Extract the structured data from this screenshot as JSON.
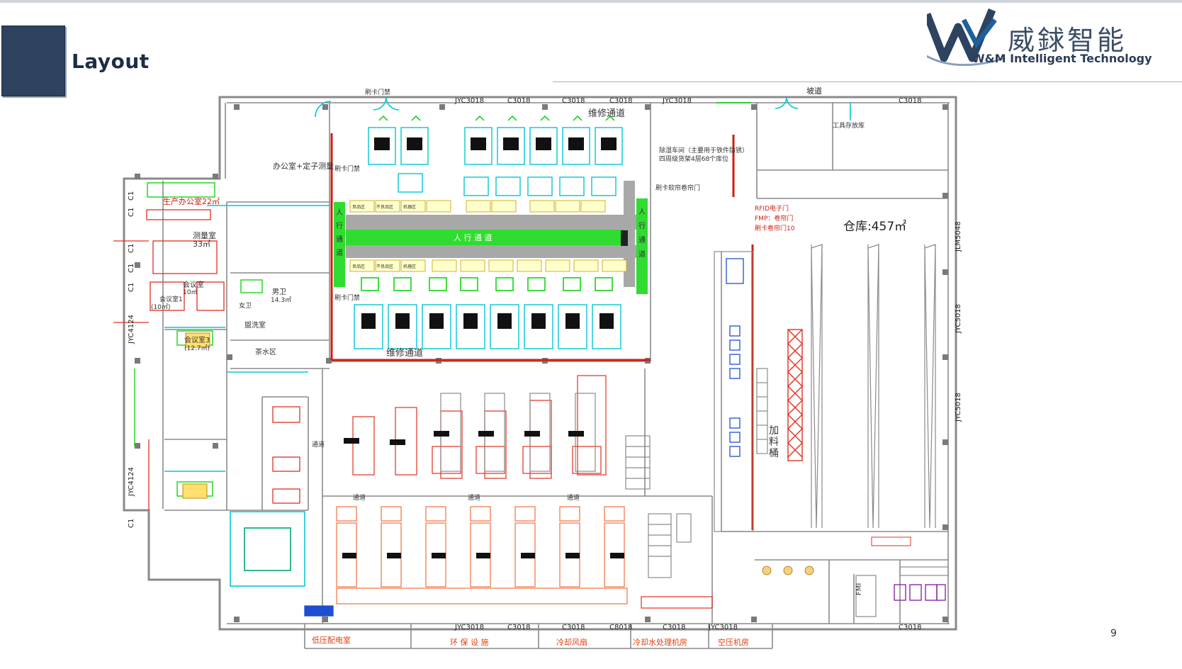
{
  "slide": {
    "title": "Layout",
    "page_number": "9"
  },
  "brand": {
    "name_cn": "威銶智能",
    "name_en": "W&M Intelligent Technology",
    "color": "#2d4360",
    "accent": "#1f5f9a"
  },
  "plan": {
    "rooms": {
      "office_measure": "办公室+定子测量",
      "prod_office": "生产办公室22㎡",
      "measure_room": "测量室",
      "measure_area": "33㎡",
      "meeting1": "会议室1",
      "meeting1_area": "(10㎡)",
      "meeting2": "会议室",
      "meeting2_area": "10㎡",
      "meeting3": "会议室3",
      "meeting3_area": "(12.7㎡)",
      "male_wc": "男卫",
      "male_wc_area": "14.3㎡",
      "female_wc": "女卫",
      "wash_room": "盥洗室",
      "tea_area": "茶水区",
      "warehouse": "仓库:457㎡",
      "feed_bucket_1": "加",
      "feed_bucket_2": "料",
      "feed_bucket_3": "桶",
      "dehumid_1": "除湿车间（主要用于铁件防锈）",
      "dehumid_2": "四周级货架4层68个库位",
      "tool_room": "工具存放库",
      "fm": "FMI"
    },
    "aisles": {
      "maint_top": "维修通道",
      "maint_bottom": "维修通道",
      "pedestrian": "人 行 通 道",
      "ped_v1": "人",
      "ped_v2": "行",
      "ped_v3": "通",
      "ped_v4": "道",
      "ped_r1": "人",
      "ped_r2": "行",
      "ped_r3": "通",
      "ped_r4": "道",
      "channel_1": "通道",
      "channel_2": "通道",
      "channel_3": "通道",
      "channel_4": "通道",
      "ramp": "坡道"
    },
    "doors": {
      "card_gate_top": "刷卡门禁",
      "card_gate_left": "刷卡门禁",
      "card_gate_mid": "刷卡门禁",
      "card_rolling": "刷卡软帘卷帘门",
      "rfid": "RFID电子门",
      "fmp": "FMP：卷帘门",
      "card_shelf": "刷卡卷帘门10",
      "jyc3018_top1": "JYC3018",
      "c3018_top1": "C3018",
      "c3018_top2": "C3018",
      "c3018_top3": "C3018",
      "jyc3018_top2": "JYC3018",
      "c3018_top4": "C3018",
      "jyc3018_bot1": "JYC3018",
      "c3018_bot1": "C3018",
      "c3018_bot2": "C3018",
      "c8018_bot": "C8018",
      "c3018_bot3": "C3018",
      "jyc3018_bot2": "JYC3018",
      "c3018_bot4": "C3018",
      "jlm5048": "JLM5048",
      "jyc5018_1": "JYC5018",
      "jyc5018_2": "JYC5018",
      "jyc4124_1": "JYC4124",
      "jyc4124_2": "JYC4124",
      "c1_1": "C1",
      "c1_2": "C1",
      "c1_3": "C1",
      "c1_4": "C1",
      "c1_5": "C1",
      "c1_6": "C1"
    },
    "utility_rooms": {
      "u1": "低压配电室",
      "u2": "环 保 设 施",
      "u3": "冷却风扇",
      "u4": "冷却水处理机房",
      "u5": "空压机房"
    },
    "cell_labels": {
      "raw": "良品区",
      "ng": "不良品区",
      "tool": "机器区"
    },
    "colors": {
      "wall": "#8a8a8a",
      "cyan": "#00c8d7",
      "green": "#00d200",
      "red": "#e03020",
      "orange": "#f07040",
      "blue": "#1f4fd0",
      "dark_red": "#b02010",
      "gray_band": "#a8a8a8"
    }
  }
}
